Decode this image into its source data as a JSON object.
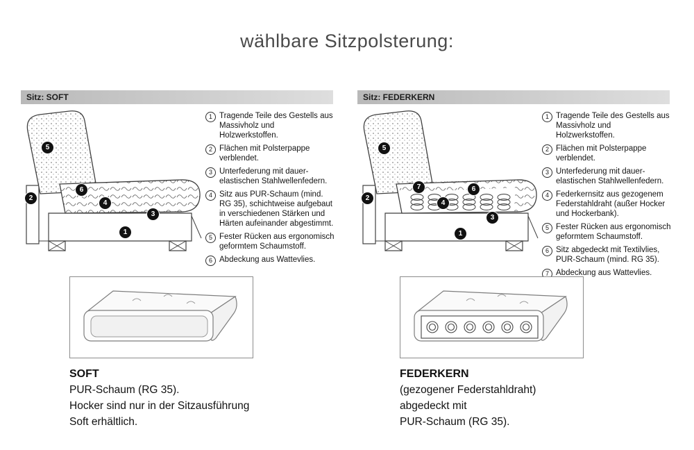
{
  "page": {
    "title": "wählbare Sitzpolsterung:"
  },
  "colors": {
    "header_bar": "#c8c8c8",
    "title_text": "#4a4a4a",
    "marker_bg": "#111111"
  },
  "panels": [
    {
      "id": "soft",
      "header": "Sitz: SOFT",
      "markers": [
        "1",
        "2",
        "3",
        "4",
        "5",
        "6"
      ],
      "items": [
        {
          "num": "1",
          "text": "Tragende Teile des Gestells aus Massivholz und Holzwerkstoffen."
        },
        {
          "num": "2",
          "text": "Flächen mit Polsterpappe verblendet."
        },
        {
          "num": "3",
          "text": "Unterfederung mit dauer-elastischen Stahlwellenfedern."
        },
        {
          "num": "4",
          "text": "Sitz aus PUR-Schaum (mind. RG 35), schichtweise aufgebaut in verschiedenen Stärken und Härten aufeinander abgestimmt."
        },
        {
          "num": "5",
          "text": "Fester Rücken aus ergonomisch geformtem Schaumstoff."
        },
        {
          "num": "6",
          "text": "Abdeckung aus Wattevlies."
        }
      ],
      "caption_title": "SOFT",
      "caption_lines": [
        "PUR-Schaum (RG 35).",
        "Hocker sind nur in der Sitzausführung",
        "Soft erhältlich."
      ]
    },
    {
      "id": "federkern",
      "header": "Sitz: FEDERKERN",
      "markers": [
        "1",
        "2",
        "3",
        "4",
        "5",
        "6",
        "7"
      ],
      "items": [
        {
          "num": "1",
          "text": "Tragende Teile des Gestells aus Massivholz und Holzwerkstoffen."
        },
        {
          "num": "2",
          "text": "Flächen mit Polsterpappe verblendet."
        },
        {
          "num": "3",
          "text": "Unterfederung mit dauer-elastischen Stahlwellenfedern."
        },
        {
          "num": "4",
          "text": "Federkernsitz aus gezogenem Federstahldraht (außer Hocker und Hockerbank)."
        },
        {
          "num": "5",
          "text": "Fester Rücken aus ergonomisch geformtem Schaumstoff."
        },
        {
          "num": "6",
          "text": "Sitz abgedeckt mit Textilvlies, PUR-Schaum (mind. RG 35)."
        },
        {
          "num": "7",
          "text": "Abdeckung aus Wattevlies."
        }
      ],
      "caption_title": "FEDERKERN",
      "caption_lines": [
        "(gezogener Federstahldraht)",
        "abgedeckt mit",
        "PUR-Schaum (RG 35)."
      ]
    }
  ]
}
